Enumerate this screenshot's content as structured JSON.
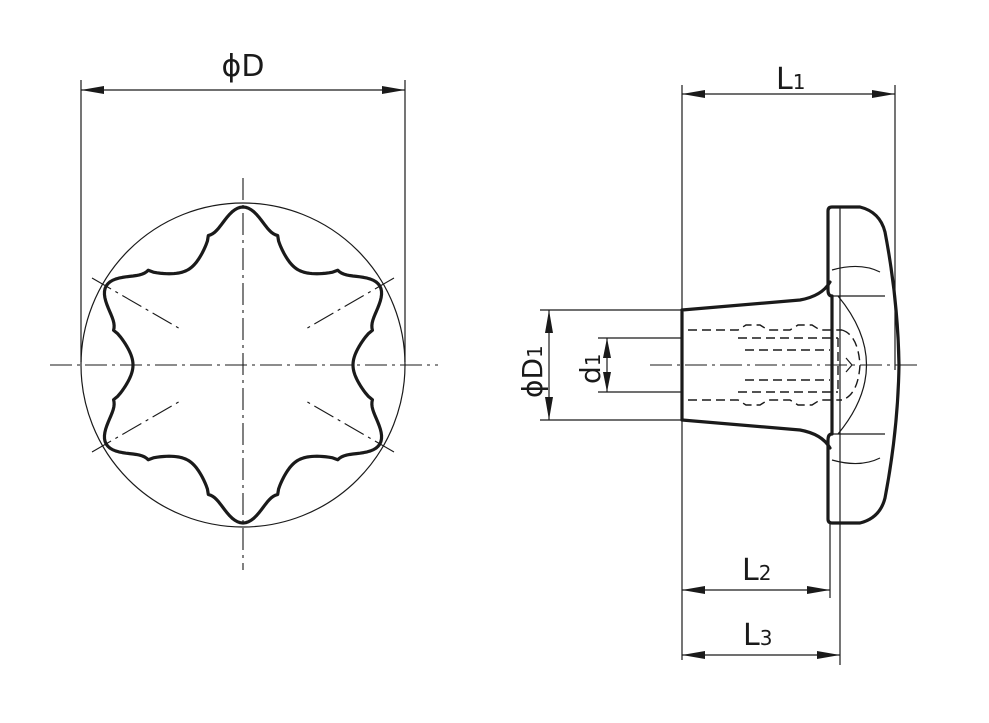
{
  "labels": {
    "diameter_D": "ϕD",
    "length_L1": "L",
    "length_L1_sub": "1",
    "diameter_D1": "ϕD",
    "diameter_D1_sub": "1",
    "bore_d1": "d",
    "bore_d1_sub": "1",
    "length_L2": "L",
    "length_L2_sub": "2",
    "length_L3": "L",
    "length_L3_sub": "3"
  }
}
